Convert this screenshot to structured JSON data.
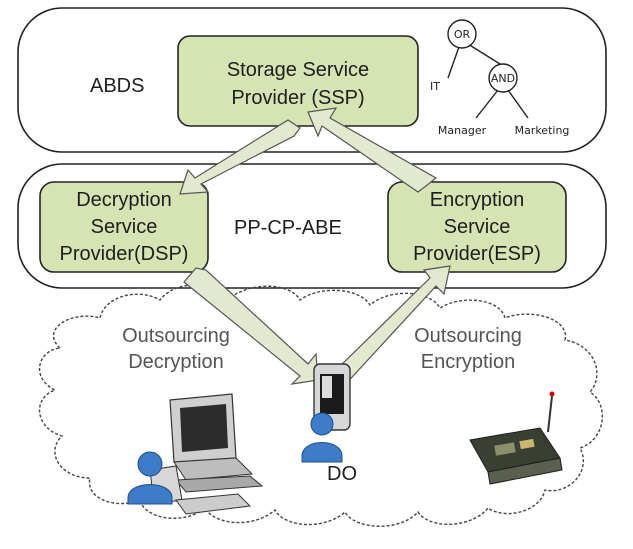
{
  "abds_label": "ABDS",
  "ppcpabe_label": "PP-CP-ABE",
  "ssp": {
    "line1": "Storage Service",
    "line2": "Provider (SSP)"
  },
  "dsp": {
    "line1": "Decryption",
    "line2": "Service",
    "line3": "Provider(DSP)"
  },
  "esp": {
    "line1": "Encryption",
    "line2": "Service",
    "line3": "Provider(ESP)"
  },
  "access_tree": {
    "root": "OR",
    "child": "AND",
    "leaf_it": "IT",
    "leaf_manager": "Manager",
    "leaf_marketing": "Marketing"
  },
  "cloud": {
    "outsourcing_decryption_1": "Outsourcing",
    "outsourcing_decryption_2": "Decryption",
    "outsourcing_encryption_1": "Outsourcing",
    "outsourcing_encryption_2": "Encryption",
    "do_label": "DO"
  },
  "colors": {
    "box_fill": "#d6e4b4",
    "box_stroke": "#222222",
    "arrow_fill": "#e2e9cf",
    "arrow_stroke": "#555555"
  },
  "icons": [
    "desktop-computer-icon",
    "user-icon",
    "mobile-phone-icon",
    "sensor-board-icon",
    "cloud-icon"
  ]
}
